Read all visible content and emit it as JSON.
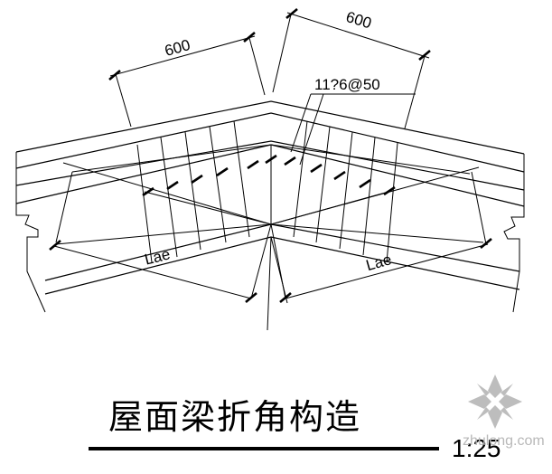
{
  "dimensions": {
    "left_span": "600",
    "right_span": "600",
    "rebar_callout": "11?6@50",
    "anchorage_left": "Lae",
    "anchorage_right": "Lae"
  },
  "title": "屋面梁折角构造",
  "scale": "1:25",
  "watermark": {
    "text": "zhulong.com",
    "icon": "zhulong-logo-icon"
  }
}
